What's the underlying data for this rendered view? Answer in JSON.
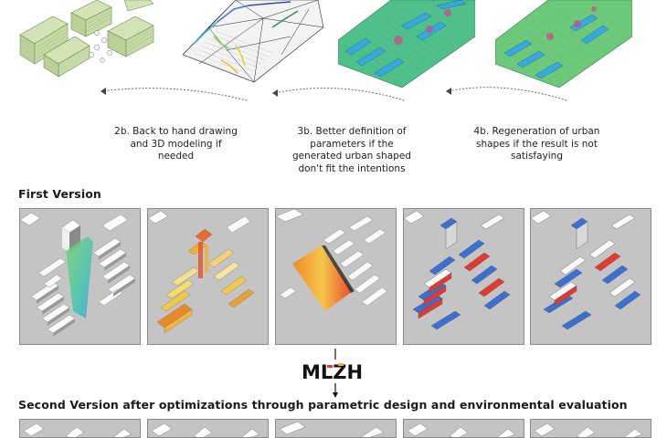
{
  "captions": [
    {
      "lines": [
        "2b. Back to hand drawing",
        "and 3D modeling if needed"
      ]
    },
    {
      "lines": [
        "3b. Better definition of",
        "parameters if the",
        "generated urban shaped",
        "don't fit the intentions"
      ]
    },
    {
      "lines": [
        "4b. Regeneration of urban",
        "shapes if the result is not",
        "satisfaying"
      ]
    }
  ],
  "sections": {
    "first_version": "First Version",
    "second_version": "Second Version after optimizations through parametric design and environmental evaluation"
  },
  "logo": {
    "text": "MLZH"
  },
  "colors": {
    "green_model": "#cfe1b0",
    "accent_blue": "#3b6fd1",
    "accent_red": "#e33a2f",
    "panel_bg": "#c9c9c9"
  }
}
